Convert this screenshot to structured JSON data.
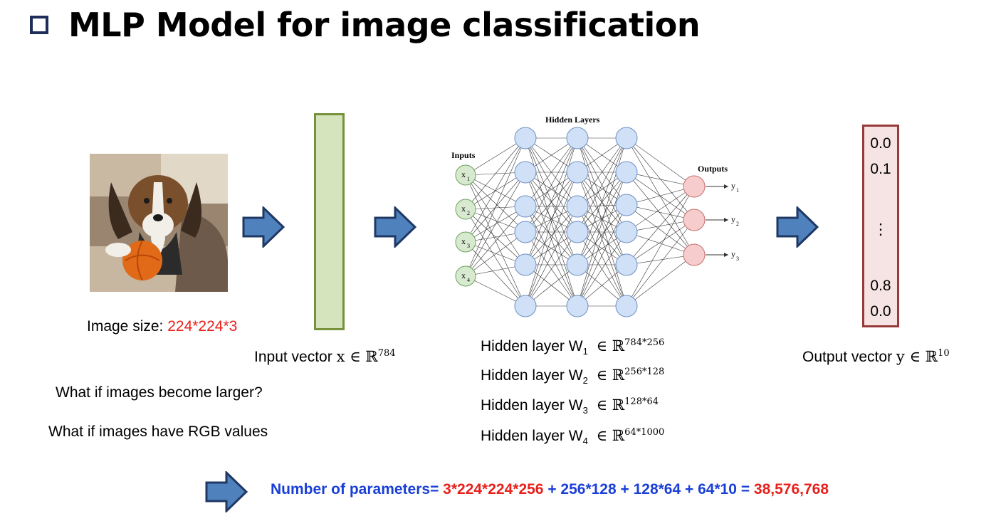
{
  "title": "MLP Model for image classification",
  "image_size": {
    "label": "Image size: ",
    "value": "224*224*3"
  },
  "input_vector": {
    "label": "Input vector ",
    "symbol": "x ∈ ℝ",
    "exp": "784"
  },
  "network": {
    "hidden_label": "Hidden Layers",
    "inputs_label": "Inputs",
    "outputs_label": "Outputs",
    "inputs": [
      "x",
      "x",
      "x",
      "x"
    ],
    "input_subs": [
      "1",
      "2",
      "3",
      "4"
    ],
    "outputs": [
      "y",
      "y",
      "y"
    ],
    "output_subs": [
      "1",
      "2",
      "3"
    ]
  },
  "hidden_layers": [
    {
      "label": "Hidden layer W",
      "sub": "1",
      "set": "∈ ℝ",
      "exp": "784*256"
    },
    {
      "label": "Hidden layer W",
      "sub": "2",
      "set": "∈ ℝ",
      "exp": "256*128"
    },
    {
      "label": "Hidden layer W",
      "sub": "3",
      "set": "∈ ℝ",
      "exp": "128*64"
    },
    {
      "label": "Hidden layer W",
      "sub": "4",
      "set": "∈ ℝ",
      "exp": "64*1000"
    }
  ],
  "output_values": [
    "0.0",
    "0.1",
    "⋮",
    "0.8",
    "0.0"
  ],
  "output_vector": {
    "label": "Output vector ",
    "symbol": "y ∈ ℝ",
    "exp": "10"
  },
  "questions": [
    "What if images become larger?",
    "What if images have RGB values"
  ],
  "formula": {
    "prefix": "Number of parameters= ",
    "term1": "3*224*224*256",
    "rest": " + 256*128 + 128*64 + 64*10 = ",
    "result": "38,576,768"
  },
  "colors": {
    "accent_red": "#e8201b",
    "accent_blue": "#1a3fd6",
    "arrow_fill": "#4f81bd",
    "arrow_stroke": "#1f3864"
  }
}
